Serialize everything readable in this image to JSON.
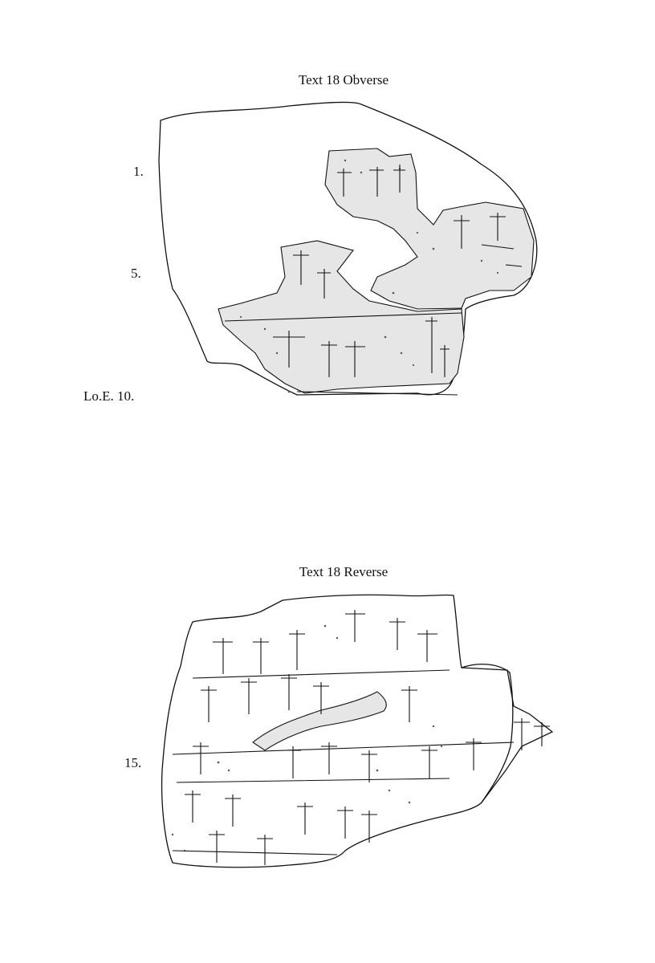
{
  "obverse": {
    "caption": "Text 18 Obverse",
    "line_numbers": [
      "1.",
      "5.",
      "Lo.E. 10."
    ]
  },
  "reverse": {
    "caption": "Text 18 Reverse",
    "line_numbers": [
      "15."
    ]
  }
}
